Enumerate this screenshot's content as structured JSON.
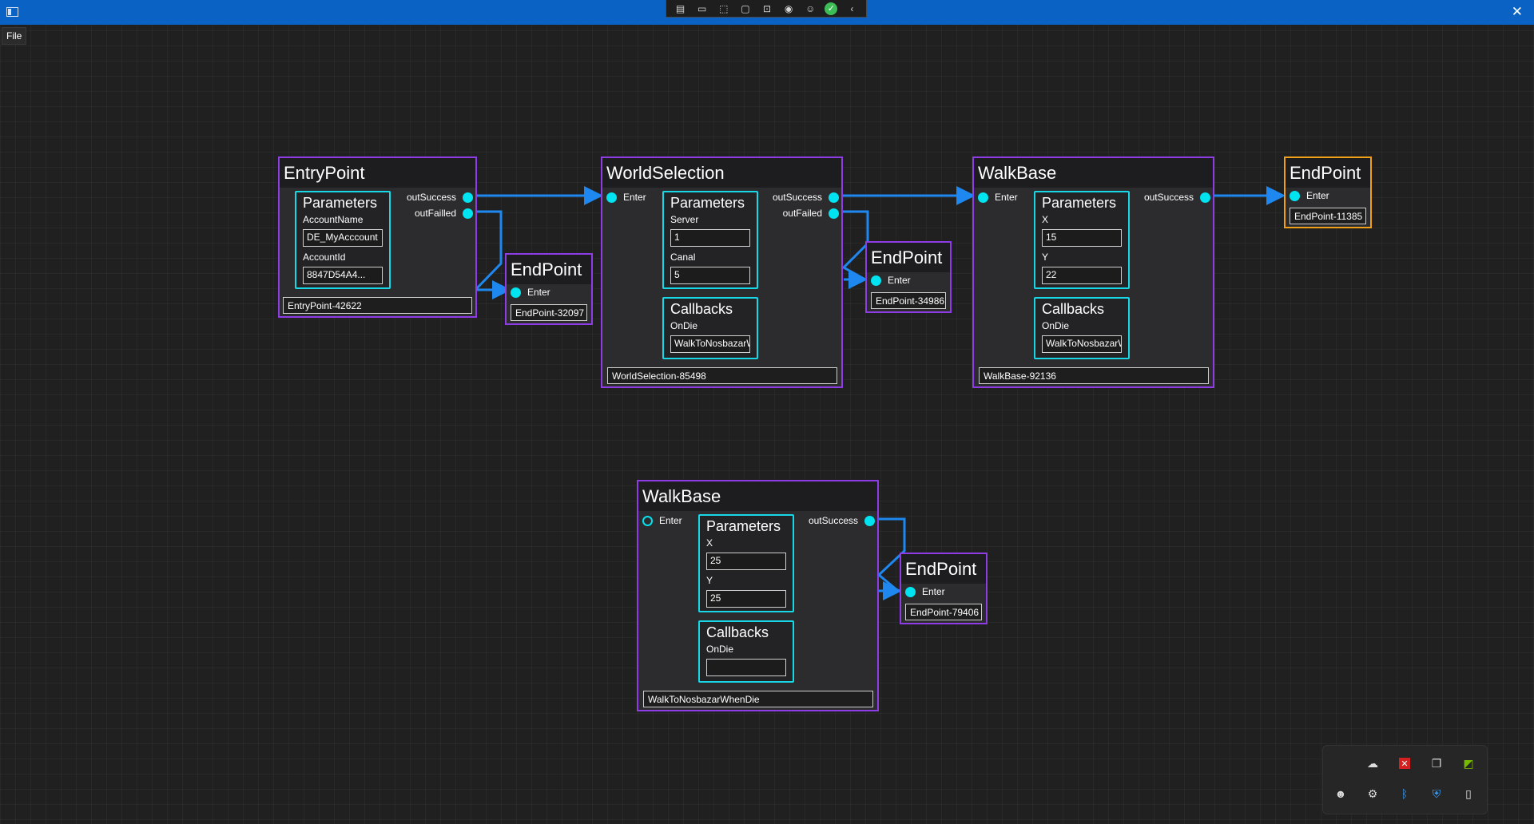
{
  "menu": {
    "file": "File"
  },
  "nodes": {
    "entry": {
      "title": "EntryPoint",
      "out_success": "outSuccess",
      "out_failed": "outFailled",
      "params": {
        "title": "Parameters",
        "label1": "AccountName",
        "value1": "DE_MyAcccount",
        "label2": "AccountId",
        "value2": "8847D54A4..."
      },
      "name": "EntryPoint-42622"
    },
    "end1": {
      "title": "EndPoint",
      "enter": "Enter",
      "name": "EndPoint-32097"
    },
    "world": {
      "title": "WorldSelection",
      "enter": "Enter",
      "out_success": "outSuccess",
      "out_failed": "outFailed",
      "params": {
        "title": "Parameters",
        "label1": "Server",
        "value1": "1",
        "label2": "Canal",
        "value2": "5"
      },
      "callbacks": {
        "title": "Callbacks",
        "label": "OnDie",
        "value": "WalkToNosbazarW"
      },
      "name": "WorldSelection-85498"
    },
    "end2": {
      "title": "EndPoint",
      "enter": "Enter",
      "name": "EndPoint-34986"
    },
    "walk1": {
      "title": "WalkBase",
      "enter": "Enter",
      "out_success": "outSuccess",
      "params": {
        "title": "Parameters",
        "label1": "X",
        "value1": "15",
        "label2": "Y",
        "value2": "22"
      },
      "callbacks": {
        "title": "Callbacks",
        "label": "OnDie",
        "value": "WalkToNosbazarW"
      },
      "name": "WalkBase-92136"
    },
    "end3": {
      "title": "EndPoint",
      "enter": "Enter",
      "name": "EndPoint-11385"
    },
    "walk2": {
      "title": "WalkBase",
      "enter": "Enter",
      "out_success": "outSuccess",
      "params": {
        "title": "Parameters",
        "label1": "X",
        "value1": "25",
        "label2": "Y",
        "value2": "25"
      },
      "callbacks": {
        "title": "Callbacks",
        "label": "OnDie",
        "value": ""
      },
      "name": "WalkToNosbazarWhenDie"
    },
    "end4": {
      "title": "EndPoint",
      "enter": "Enter",
      "name": "EndPoint-79406"
    }
  },
  "toolbar_icons": [
    "live-tree-icon",
    "video-icon",
    "select-element-icon",
    "display-layout-icon",
    "track-focus-icon",
    "binding-icon",
    "accessibility-icon",
    "check-icon",
    "collapse-icon"
  ],
  "tray_icons": [
    "cloud-icon",
    "red-x-icon",
    "window-icon",
    "nvidia-icon",
    "discord-icon",
    "steam-icon",
    "bluetooth-icon",
    "security-warning-icon",
    "usb-icon"
  ],
  "colors": {
    "wire": "#1e88f0",
    "node_border": "#8e3ce6",
    "endpoint_selected": "#f0a018",
    "group_border": "#18d8e8",
    "port": "#00e3f0",
    "titlebar": "#0a63c4"
  }
}
